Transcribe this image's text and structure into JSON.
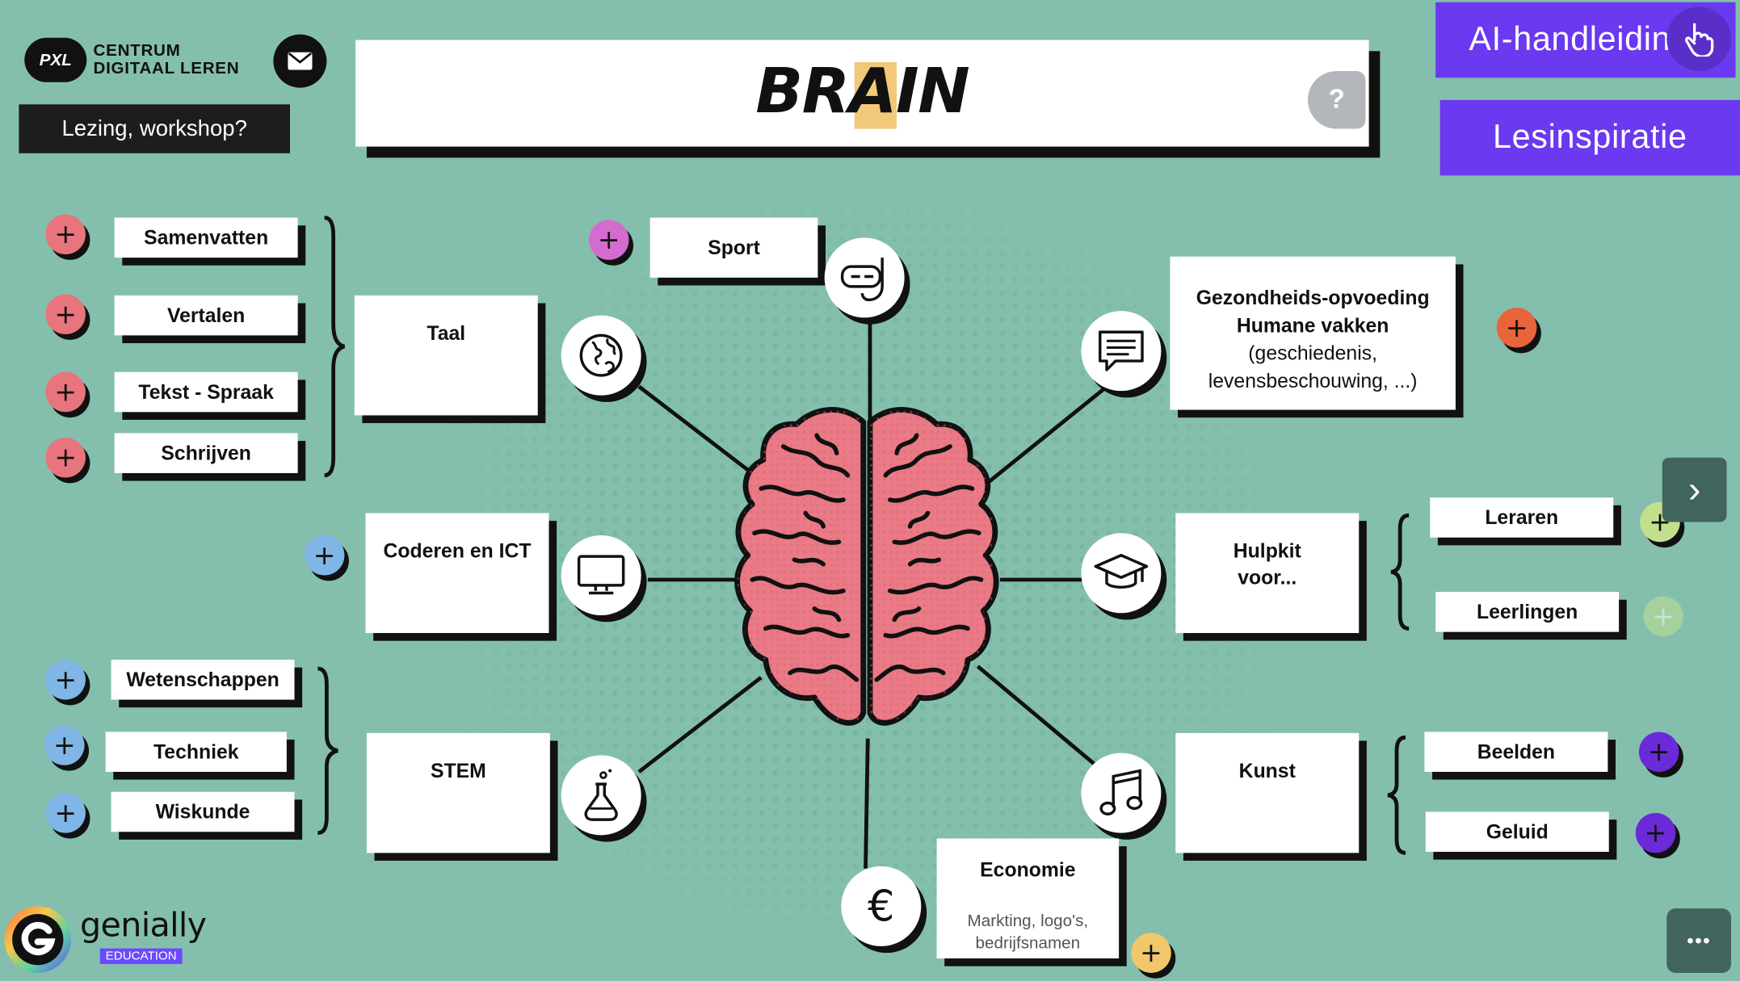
{
  "brand": {
    "logo_text": "PXL",
    "line1": "CENTRUM",
    "line2": "DIGITAAL LEREN",
    "lecture_button": "Lezing, workshop?"
  },
  "title": "BRAIN",
  "help_label": "?",
  "top_right": {
    "handleiding": "AI-handleiding",
    "lesinspiratie": "Lesinspiratie"
  },
  "plus_symbol": "+",
  "taal": {
    "label": "Taal",
    "items": [
      "Samenvatten",
      "Vertalen",
      "Tekst - Spraak",
      "Schrijven"
    ]
  },
  "sport": {
    "label": "Sport"
  },
  "gezondheid": {
    "line1": "Gezondheids-opvoeding",
    "line2": "Humane vakken",
    "line3": "(geschiedenis,",
    "line4": "levensbeschouwing, ...)"
  },
  "coderen": {
    "label": "Coderen en ICT"
  },
  "hulpkit": {
    "line1": "Hulpkit",
    "line2": "voor...",
    "items": [
      "Leraren",
      "Leerlingen"
    ]
  },
  "stem": {
    "label": "STEM",
    "items": [
      "Wetenschappen",
      "Techniek",
      "Wiskunde"
    ]
  },
  "kunst": {
    "label": "Kunst",
    "items": [
      "Beelden",
      "Geluid"
    ]
  },
  "economie": {
    "label": "Economie",
    "line1": "Markting, logo's,",
    "line2": "bedrijfsnamen",
    "icon_symbol": "€"
  },
  "genially": {
    "name": "genially",
    "badge": "EDUCATION"
  },
  "nav": {
    "next_symbol": "›",
    "more_symbol": "•••"
  },
  "colors": {
    "background": "#84bfae",
    "taal_plus": "#e8747c",
    "sport_plus": "#d46ccf",
    "gezondheid_plus": "#e8643a",
    "blue_plus": "#7fb6e6",
    "green_plus": "#c2e08c",
    "purple_plus": "#6a2ad8",
    "yellow_plus": "#f2c66a",
    "accent_purple": "#6a39f0",
    "brain": "#e97a86"
  }
}
